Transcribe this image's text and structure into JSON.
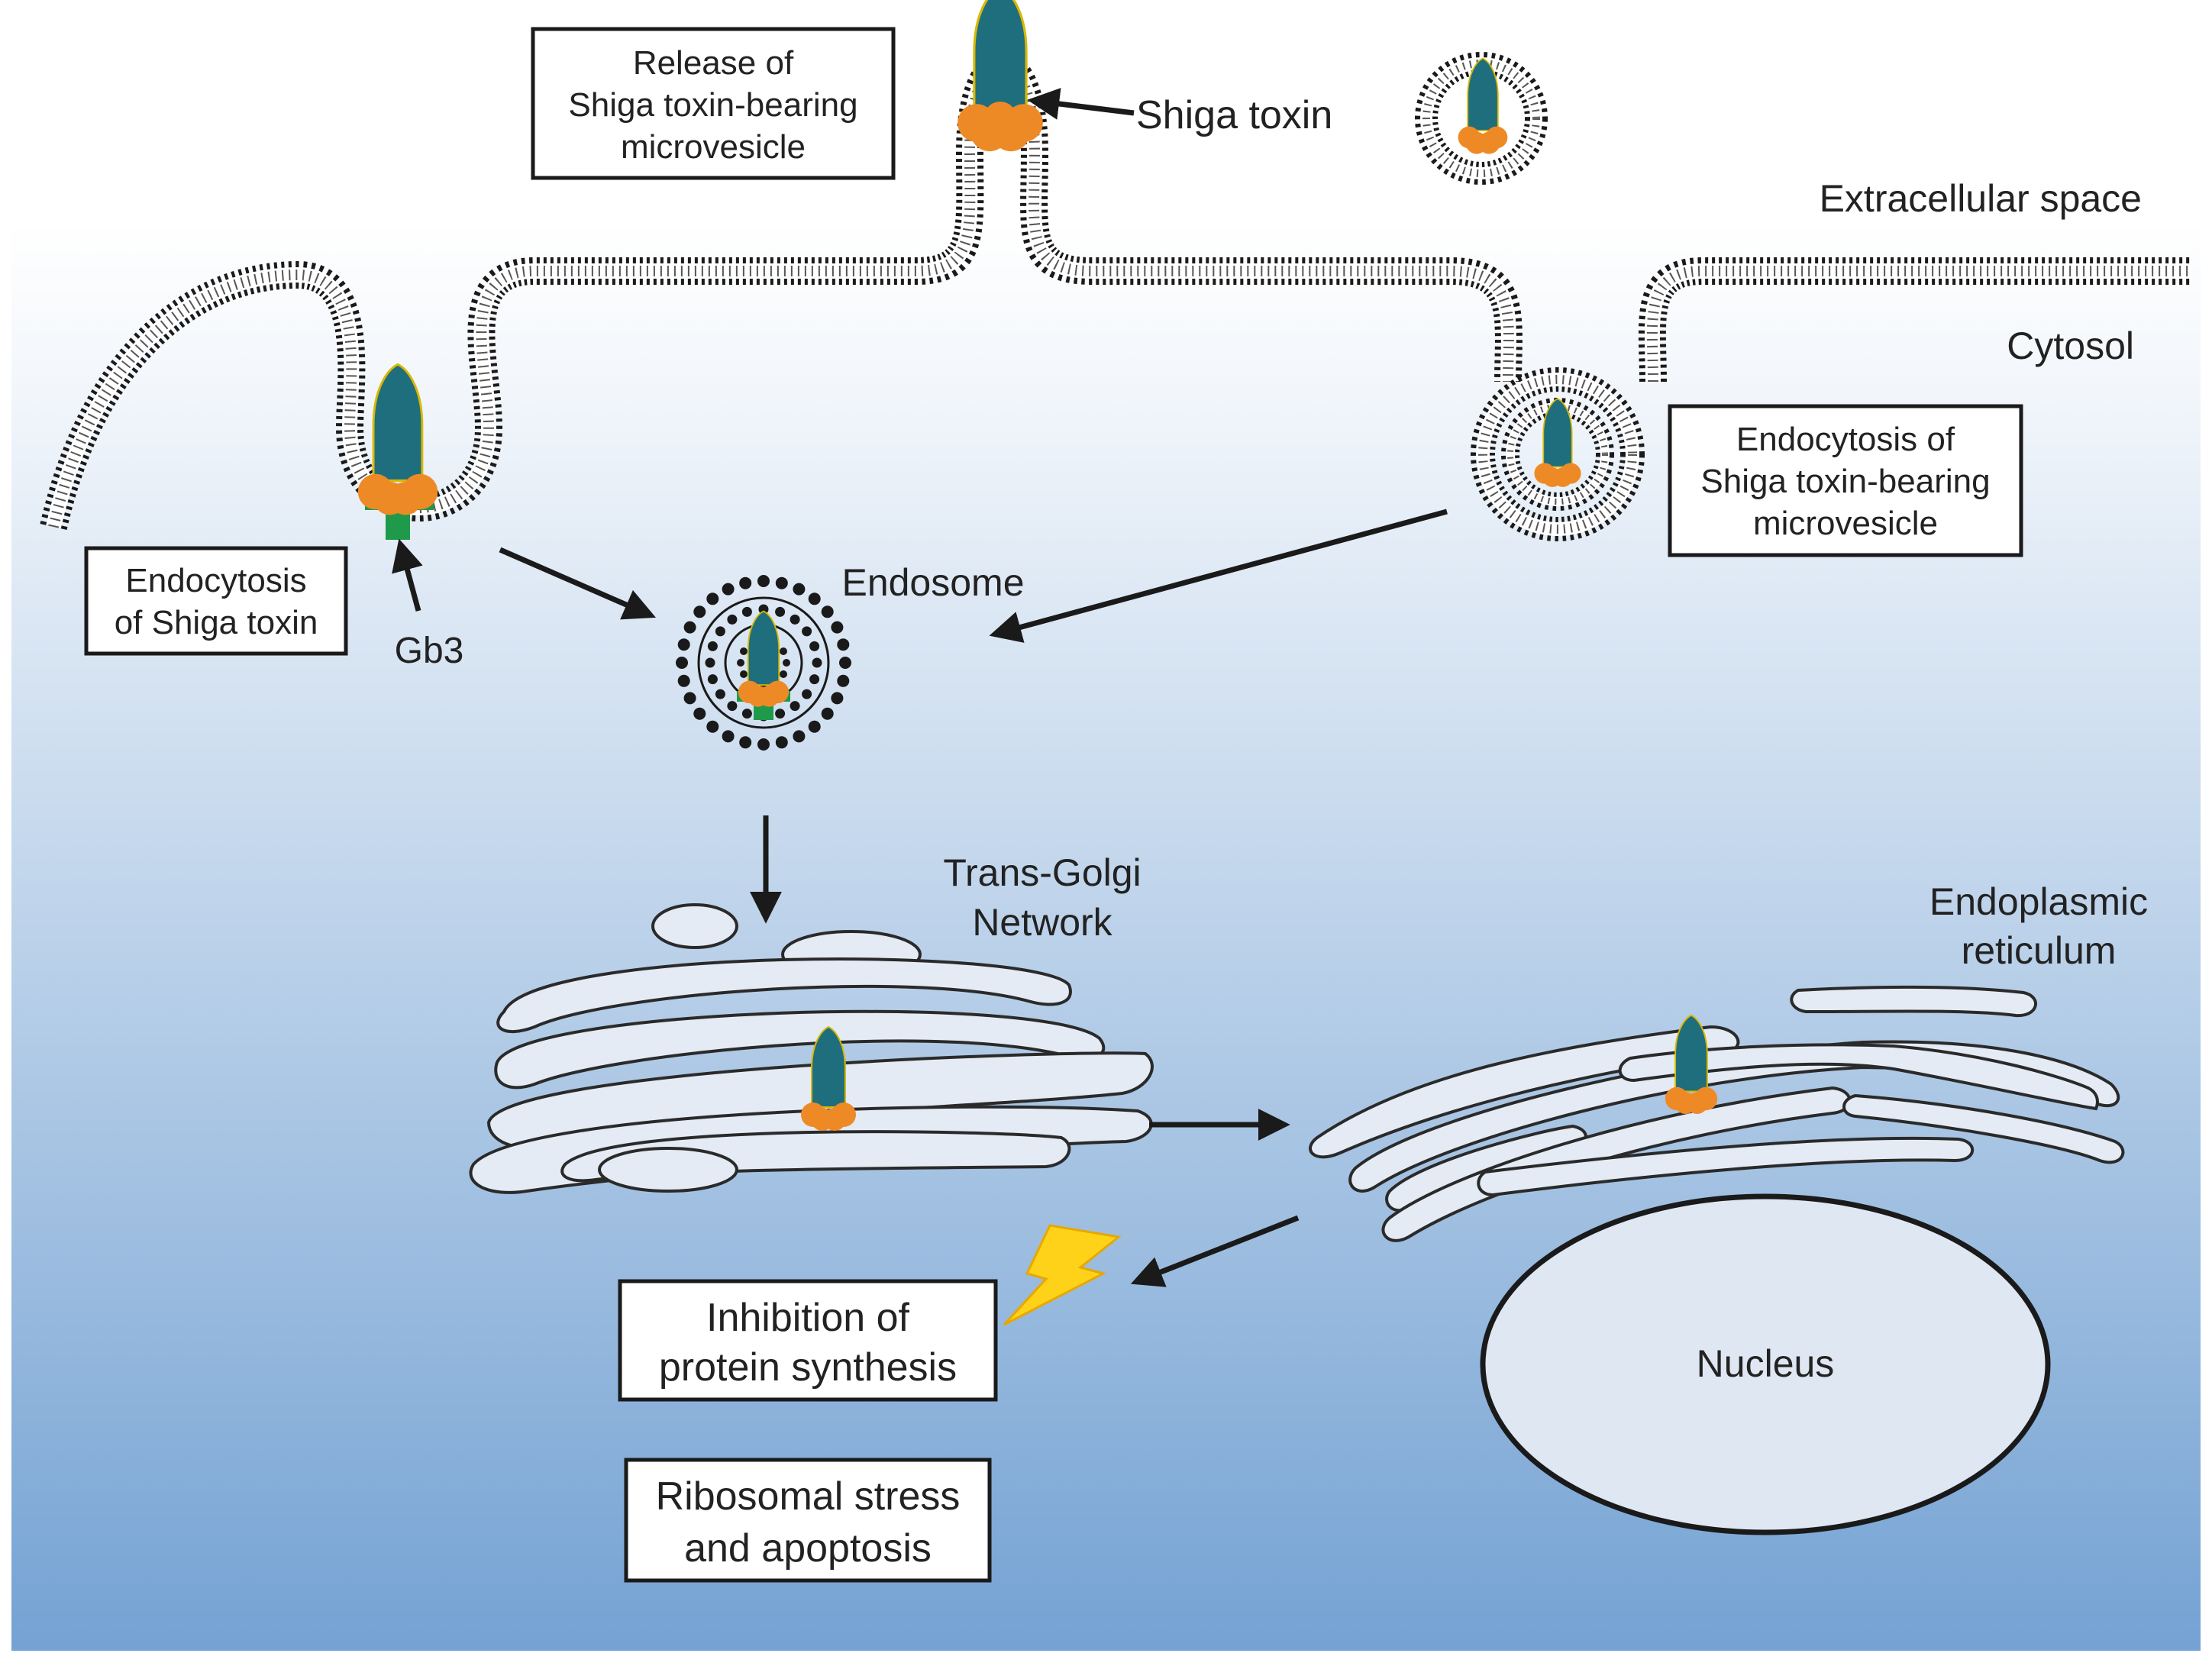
{
  "labels": {
    "shiga_toxin": "Shiga toxin",
    "extracellular_space": "Extracellular space",
    "cytosol": "Cytosol",
    "gb3": "Gb3",
    "endosome": "Endosome",
    "tgn_line1": "Trans-Golgi",
    "tgn_line2": "Network",
    "er_line1": "Endoplasmic",
    "er_line2": "reticulum",
    "nucleus": "Nucleus"
  },
  "boxes": {
    "release": [
      "Release of",
      "Shiga toxin-bearing",
      "microvesicle"
    ],
    "endocytosis_toxin": [
      "Endocytosis",
      "of Shiga toxin"
    ],
    "endocytosis_microvesicle": [
      "Endocytosis of",
      "Shiga toxin-bearing",
      "microvesicle"
    ],
    "inhibition": [
      "Inhibition of",
      "protein synthesis"
    ],
    "ribosomal": [
      "Ribosomal stress",
      "and apoptosis"
    ]
  },
  "colors": {
    "toxin_a_subunit": "#1f6e7e",
    "toxin_b_subunit": "#ee8a26",
    "gb3_receptor": "#1e9a4a",
    "lightning": "#ffd21a",
    "cytosol_top": "#ffffff",
    "cytosol_bottom": "#74a2d3"
  }
}
